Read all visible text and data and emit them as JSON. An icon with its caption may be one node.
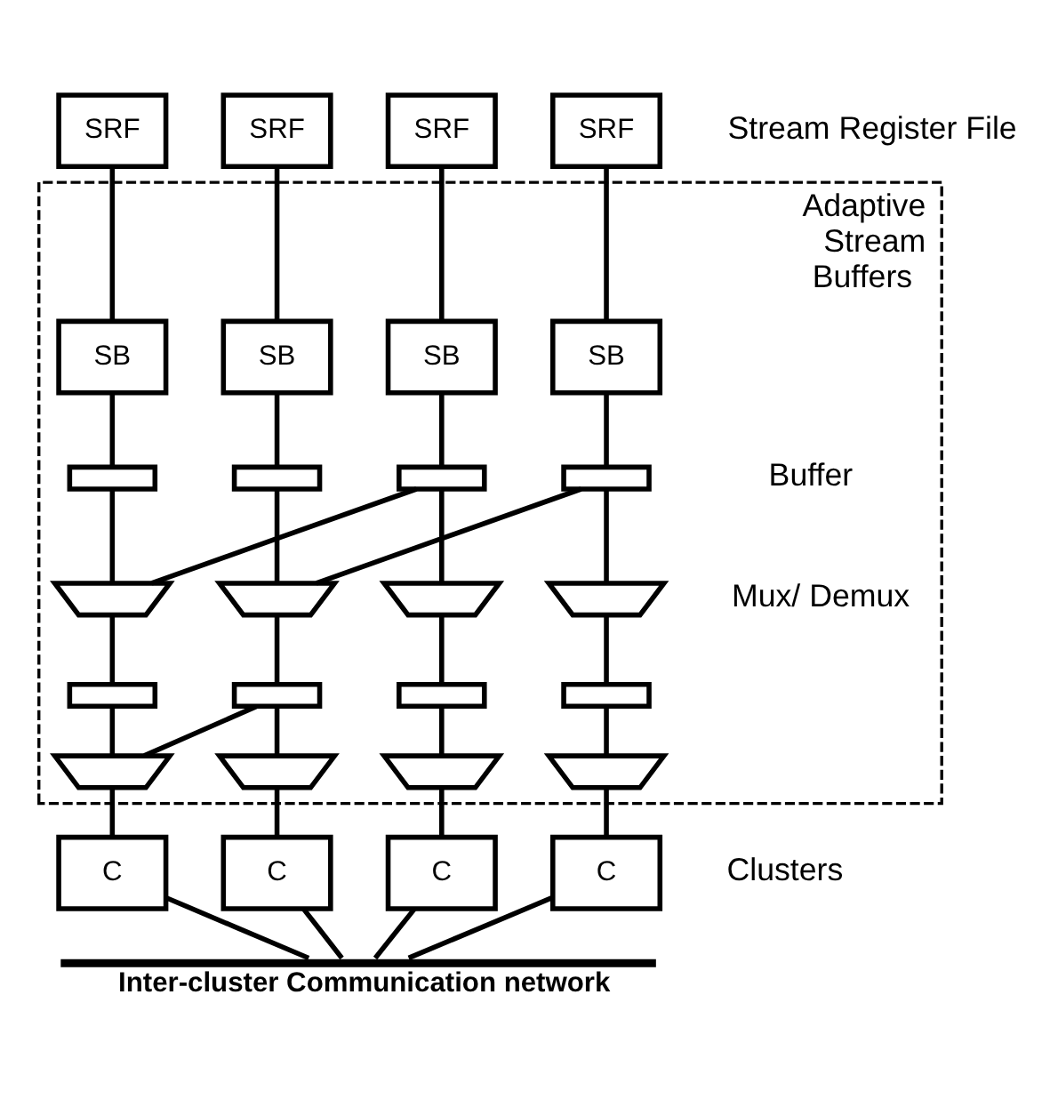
{
  "diagram": {
    "nodes": [
      {
        "text": [
          "SRF"
        ]
      },
      {
        "text": [
          "SRF"
        ]
      },
      {
        "text": [
          "SRF"
        ]
      },
      {
        "text": [
          "SRF"
        ]
      },
      {
        "text": [
          "Adaptive Stream Buffers"
        ]
      },
      {
        "text": [
          "SB"
        ],
        "in": 4
      },
      {
        "text": [
          "SB"
        ],
        "in": 4
      },
      {
        "text": [
          "SB"
        ],
        "in": 4
      },
      {
        "text": [
          "SB"
        ],
        "in": 4
      },
      {
        "text": [],
        "shape": "box",
        "in": 4
      },
      {
        "text": [],
        "shape": "box",
        "in": 4
      },
      {
        "text": [],
        "shape": "box",
        "in": 4
      },
      {
        "text": [],
        "shape": "box",
        "in": 4
      },
      {
        "text": [],
        "shape": "trapezoid",
        "in": 4
      },
      {
        "text": [],
        "shape": "trapezoid",
        "in": 4
      },
      {
        "text": [],
        "shape": "trapezoid",
        "in": 4
      },
      {
        "text": [],
        "shape": "trapezoid",
        "in": 4
      },
      {
        "text": [],
        "shape": "box",
        "in": 4
      },
      {
        "text": [],
        "shape": "box",
        "in": 4
      },
      {
        "text": [],
        "shape": "box",
        "in": 4
      },
      {
        "text": [],
        "shape": "box",
        "in": 4
      },
      {
        "text": [],
        "shape": "trapezoid",
        "in": 4
      },
      {
        "text": [],
        "shape": "trapezoid",
        "in": 4
      },
      {
        "text": [],
        "shape": "trapezoid",
        "in": 4
      },
      {
        "text": [],
        "shape": "trapezoid",
        "in": 4
      },
      {
        "text": [
          "C"
        ]
      },
      {
        "text": [
          "C"
        ]
      },
      {
        "text": [
          "C"
        ]
      },
      {
        "text": [
          "C"
        ]
      },
      {
        "text": [],
        "shape": "bar",
        "beside": [
          "Inter-cluster Communication network"
        ]
      }
    ],
    "edges": [
      {
        "from": 0,
        "to": 5,
        "arrow": "none"
      },
      {
        "from": 1,
        "to": 6,
        "arrow": "none"
      },
      {
        "from": 2,
        "to": 7,
        "arrow": "none"
      },
      {
        "from": 3,
        "to": 8,
        "arrow": "none"
      },
      {
        "from": 5,
        "to": 9,
        "arrow": "none"
      },
      {
        "from": 6,
        "to": 10,
        "arrow": "none"
      },
      {
        "from": 7,
        "to": 11,
        "arrow": "none"
      },
      {
        "from": 8,
        "to": 12,
        "arrow": "none"
      },
      {
        "from": 9,
        "to": 13,
        "arrow": "none"
      },
      {
        "from": 10,
        "to": 14,
        "arrow": "none"
      },
      {
        "from": 11,
        "to": 15,
        "arrow": "none"
      },
      {
        "from": 12,
        "to": 16,
        "arrow": "none"
      },
      {
        "from": 11,
        "to": 13,
        "arrow": "none"
      },
      {
        "from": 12,
        "to": 14,
        "arrow": "none"
      },
      {
        "from": 13,
        "to": 17,
        "arrow": "none"
      },
      {
        "from": 14,
        "to": 18,
        "arrow": "none"
      },
      {
        "from": 15,
        "to": 19,
        "arrow": "none"
      },
      {
        "from": 16,
        "to": 20,
        "arrow": "none"
      },
      {
        "from": 17,
        "to": 21,
        "arrow": "none"
      },
      {
        "from": 18,
        "to": 22,
        "arrow": "none"
      },
      {
        "from": 19,
        "to": 23,
        "arrow": "none"
      },
      {
        "from": 20,
        "to": 24,
        "arrow": "none"
      },
      {
        "from": 18,
        "to": 21,
        "arrow": "none"
      },
      {
        "from": 21,
        "to": 25,
        "arrow": "none"
      },
      {
        "from": 22,
        "to": 26,
        "arrow": "none"
      },
      {
        "from": 23,
        "to": 27,
        "arrow": "none"
      },
      {
        "from": 24,
        "to": 28,
        "arrow": "none"
      },
      {
        "from": 25,
        "to": 29,
        "arrow": "none"
      },
      {
        "from": 26,
        "to": 29,
        "arrow": "none"
      },
      {
        "from": 27,
        "to": 29,
        "arrow": "none"
      },
      {
        "from": 28,
        "to": 29,
        "arrow": "none"
      }
    ],
    "labels": [
      "Stream Register File",
      "Buffer",
      "Mux/ Demux",
      "Clusters"
    ]
  }
}
